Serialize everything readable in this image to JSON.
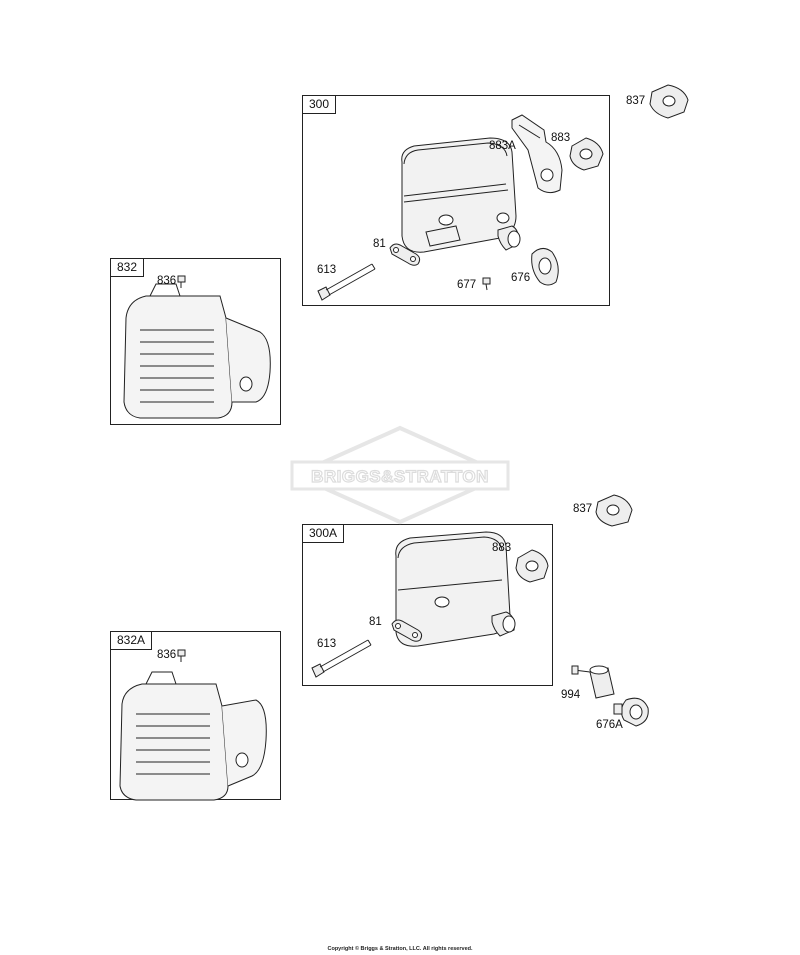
{
  "diagram": {
    "frames": {
      "f300": "300",
      "f832": "832",
      "f300a": "300A",
      "f832a": "832A"
    },
    "labels": {
      "l837_top": "837",
      "l883a": "883A",
      "l883_top": "883",
      "l81_top": "81",
      "l613_top": "613",
      "l677": "677",
      "l676": "676",
      "l836_top": "836",
      "l837_bot": "837",
      "l883_bot": "883",
      "l81_bot": "81",
      "l613_bot": "613",
      "l836_bot": "836",
      "l994": "994",
      "l676a": "676A"
    },
    "watermark": "BRIGGS&STRATTON",
    "copyright": "Copyright © Briggs & Stratton, LLC. All rights reserved."
  }
}
